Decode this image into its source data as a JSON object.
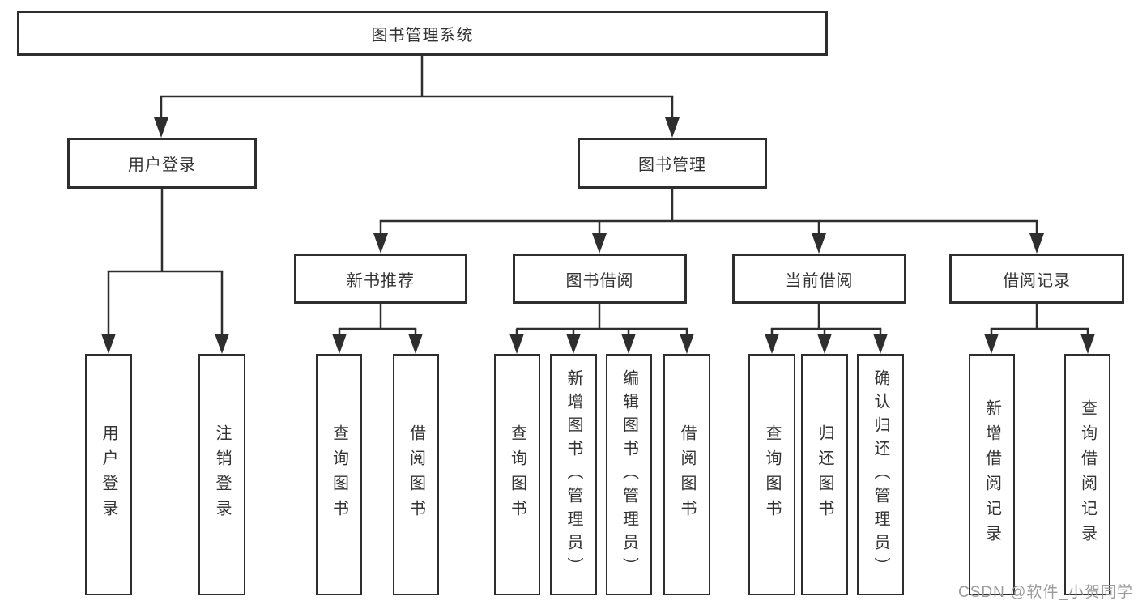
{
  "tree": {
    "label": "图书管理系统",
    "children": [
      {
        "label": "用户登录",
        "children": [
          {
            "label": "用户登录"
          },
          {
            "label": "注销登录"
          }
        ]
      },
      {
        "label": "图书管理",
        "children": [
          {
            "label": "新书推荐",
            "children": [
              {
                "label": "查询图书"
              },
              {
                "label": "借阅图书"
              }
            ]
          },
          {
            "label": "图书借阅",
            "children": [
              {
                "label": "查询图书"
              },
              {
                "label": "新增图书（管理员）"
              },
              {
                "label": "编辑图书（管理员）"
              },
              {
                "label": "借阅图书"
              }
            ]
          },
          {
            "label": "当前借阅",
            "children": [
              {
                "label": "查询图书"
              },
              {
                "label": "归还图书"
              },
              {
                "label": "确认归还（管理员）"
              }
            ]
          },
          {
            "label": "借阅记录",
            "children": [
              {
                "label": "新增借阅记录"
              },
              {
                "label": "查询借阅记录"
              }
            ]
          }
        ]
      }
    ]
  },
  "watermark": {
    "text": "CSDN @软件_小贺同学"
  },
  "colors": {
    "line": "#2e2e2e",
    "text": "#333333",
    "background": "#ffffff",
    "watermark": "#9b9b9b"
  }
}
